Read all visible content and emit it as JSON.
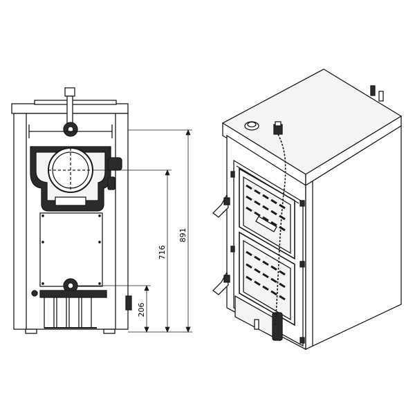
{
  "dimensions": {
    "overall_height": "891",
    "flue_height": "716",
    "return_height": "206"
  },
  "colors": {
    "line": "#1a1a1a",
    "fill_dark": "#2b2b2b",
    "fill_light": "#f4f4f4",
    "background": "#ffffff"
  },
  "icons": [
    "thermometer-icon",
    "door-handle-icon"
  ]
}
